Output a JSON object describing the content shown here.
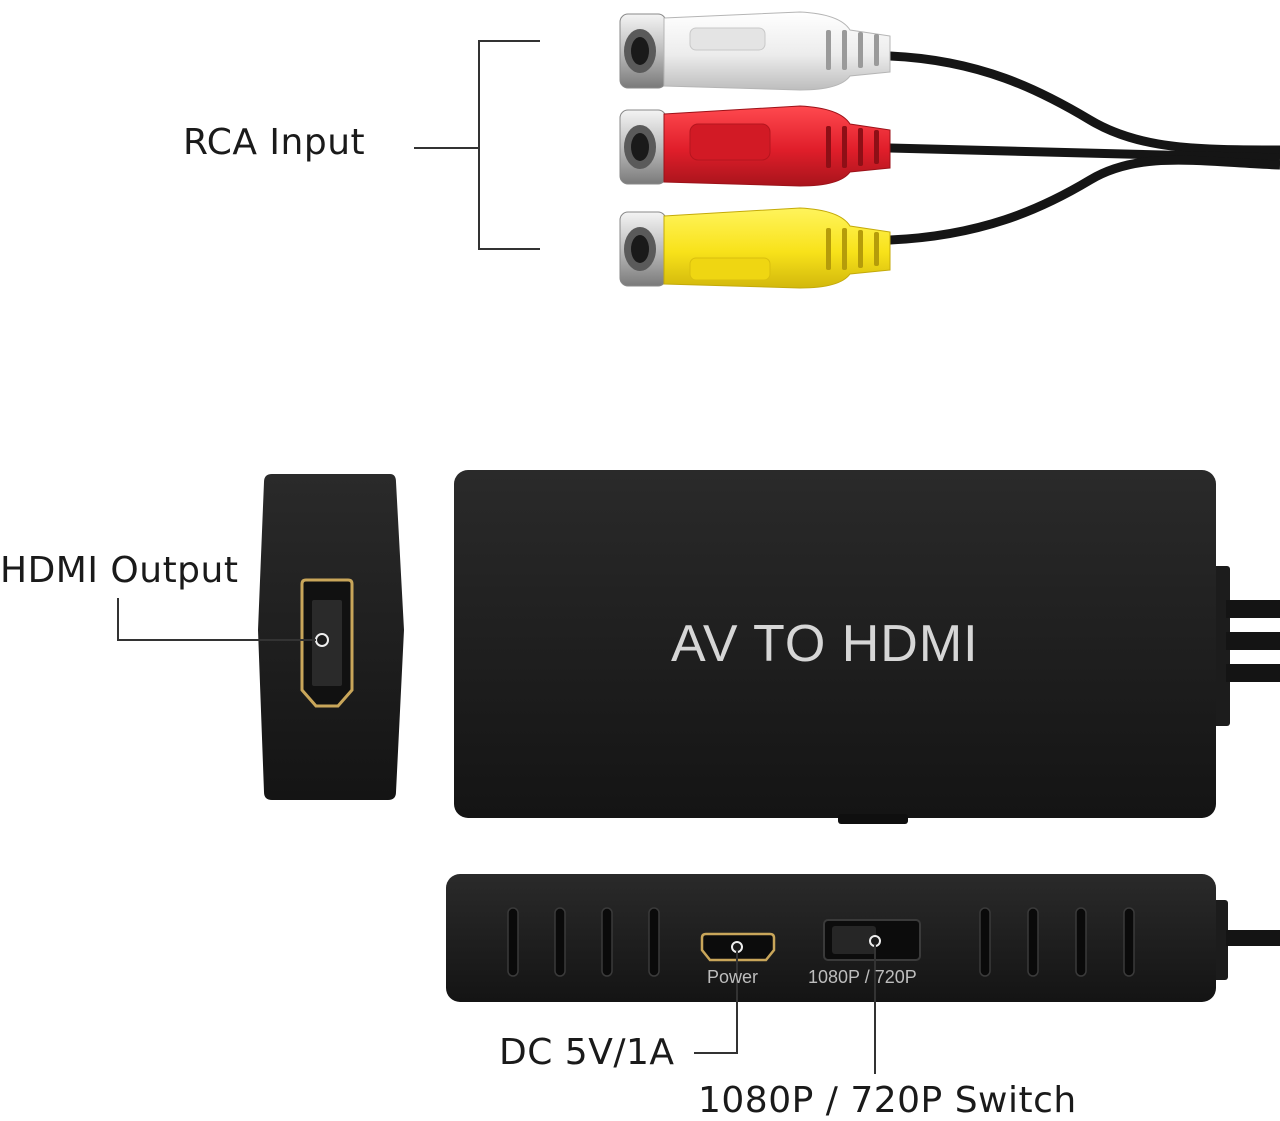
{
  "labels": {
    "rca_input": "RCA Input",
    "hdmi_output": "HDMI Output",
    "dc_power": "DC 5V/1A",
    "switch": "1080P / 720P Switch"
  },
  "device": {
    "front_label": "AV TO HDMI",
    "power_port_label": "Power",
    "switch_port_label": "1080P / 720P"
  },
  "colors": {
    "device_body": "#1e1e1e",
    "rca_white": "#f2f2f2",
    "rca_red": "#e01e2a",
    "rca_yellow": "#f8e21a",
    "hdmi_gold": "#c9a65a"
  }
}
